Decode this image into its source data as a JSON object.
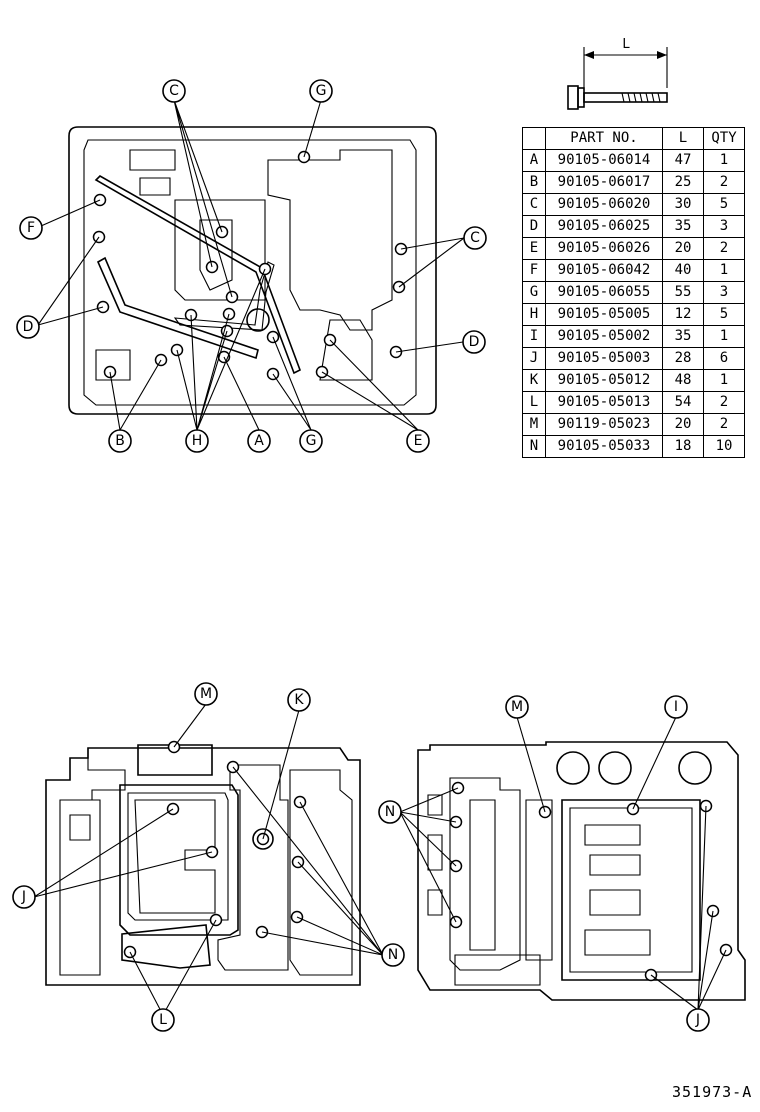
{
  "bolt_icon": {
    "dimension_label": "L"
  },
  "table": {
    "headers": [
      "",
      "PART NO.",
      "L",
      "QTY"
    ],
    "rows": [
      {
        "key": "A",
        "part": "90105-06014",
        "len": "47",
        "qty": "1"
      },
      {
        "key": "B",
        "part": "90105-06017",
        "len": "25",
        "qty": "2"
      },
      {
        "key": "C",
        "part": "90105-06020",
        "len": "30",
        "qty": "5"
      },
      {
        "key": "D",
        "part": "90105-06025",
        "len": "35",
        "qty": "3"
      },
      {
        "key": "E",
        "part": "90105-06026",
        "len": "20",
        "qty": "2"
      },
      {
        "key": "F",
        "part": "90105-06042",
        "len": "40",
        "qty": "1"
      },
      {
        "key": "G",
        "part": "90105-06055",
        "len": "55",
        "qty": "3"
      },
      {
        "key": "H",
        "part": "90105-05005",
        "len": "12",
        "qty": "5"
      },
      {
        "key": "I",
        "part": "90105-05002",
        "len": "35",
        "qty": "1"
      },
      {
        "key": "J",
        "part": "90105-05003",
        "len": "28",
        "qty": "6"
      },
      {
        "key": "K",
        "part": "90105-05012",
        "len": "48",
        "qty": "1"
      },
      {
        "key": "L",
        "part": "90105-05013",
        "len": "54",
        "qty": "2"
      },
      {
        "key": "M",
        "part": "90119-05023",
        "len": "20",
        "qty": "2"
      },
      {
        "key": "N",
        "part": "90105-05033",
        "len": "18",
        "qty": "10"
      }
    ]
  },
  "callouts": {
    "top": {
      "c": "C",
      "g": "G",
      "f": "F",
      "c2": "C",
      "d": "D",
      "d2": "D",
      "b": "B",
      "h": "H",
      "a": "A",
      "g2": "G",
      "e": "E"
    },
    "bottom_left": {
      "m": "M",
      "k": "K",
      "j": "J",
      "n": "N",
      "l": "L"
    },
    "bottom_right": {
      "m": "M",
      "i": "I",
      "n": "N",
      "j": "J"
    }
  },
  "drawing_code": "351973-A"
}
